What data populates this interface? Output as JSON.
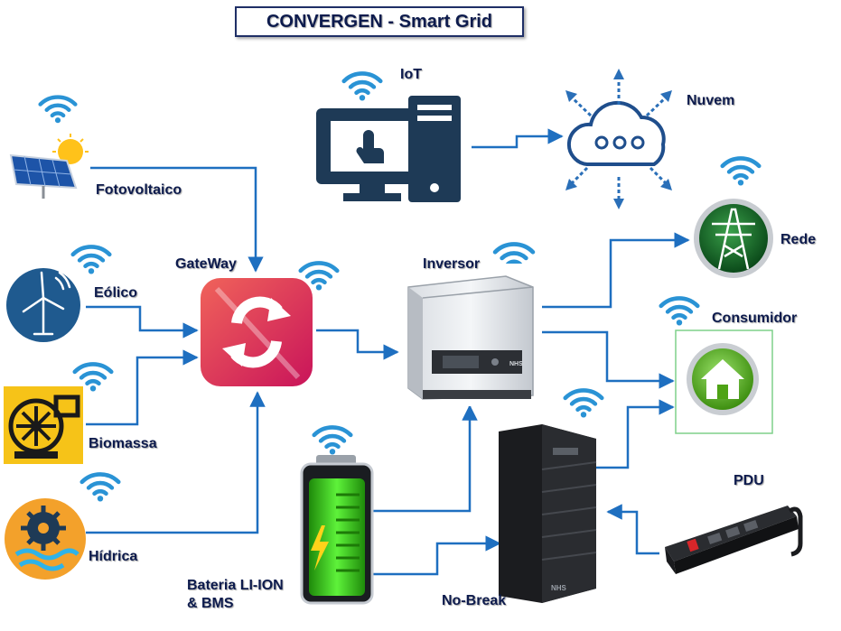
{
  "title": "CONVERGEN - Smart Grid",
  "nodes": {
    "fotovoltaico": {
      "label": "Fotovoltaico",
      "icon": "solar-panel-icon"
    },
    "eolico": {
      "label": "Eólico",
      "icon": "wind-turbine-icon"
    },
    "biomassa": {
      "label": "Biomassa",
      "icon": "biomass-turbine-icon"
    },
    "hidrica": {
      "label": "Hídrica",
      "icon": "water-turbine-icon"
    },
    "gateway": {
      "label": "GateWay",
      "icon": "sync-gateway-icon"
    },
    "iot": {
      "label": "IoT",
      "icon": "computer-touch-icon"
    },
    "nuvem": {
      "label": "Nuvem",
      "icon": "cloud-icon"
    },
    "inversor": {
      "label": "Inversor",
      "icon": "inverter-device",
      "brand": "NHS"
    },
    "rede": {
      "label": "Rede",
      "icon": "power-tower-icon"
    },
    "consumidor": {
      "label": "Consumidor",
      "icon": "home-icon"
    },
    "bateria": {
      "label_line1": "Bateria LI-ION",
      "label_line2": "& BMS",
      "icon": "battery-charging-icon"
    },
    "nobreak": {
      "label": "No-Break",
      "icon": "ups-tower-device",
      "brand": "NHS"
    },
    "pdu": {
      "label": "PDU",
      "icon": "power-strip-device"
    }
  },
  "colors": {
    "connector": "#1e6fc0",
    "wifi": "#2a93d5",
    "title_border": "#1f2f66",
    "label": "#0d1b4d",
    "gateway_red": "#e23b52",
    "battery_green": "#36c71a",
    "home_green": "#5fb91c"
  }
}
